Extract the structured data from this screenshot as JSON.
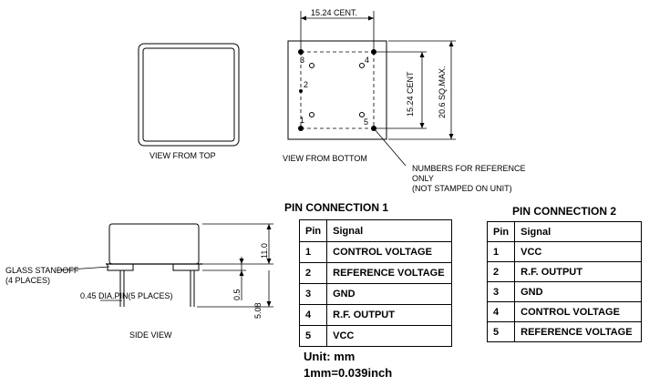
{
  "views": {
    "top": "VIEW FROM TOP",
    "bottom": "VIEW FROM BOTTOM",
    "side": "SIDE VIEW"
  },
  "dimensions": {
    "cent_top": "15.24 CENT.",
    "cent_side": "15.24 CENT",
    "sq_max": "20.6 SQ.MAX.",
    "height": "11.0",
    "standoff": "0.5",
    "pin_len": "5.08",
    "pin_dia": "0.45 DIA.PIN(5 PLACES)"
  },
  "bottom_pin_labels": [
    "1",
    "2",
    "3",
    "4",
    "5"
  ],
  "notes": {
    "reference": [
      "NUMBERS  FOR REFERENCE",
      "ONLY",
      "(NOT STAMPED ON UNIT)"
    ],
    "glass": [
      "GLASS STANDOFF",
      "(4 PLACES)"
    ]
  },
  "pin_connection_1": {
    "title": "PIN CONNECTION 1",
    "headers": [
      "Pin",
      "Signal"
    ],
    "rows": [
      [
        "1",
        "CONTROL VOLTAGE"
      ],
      [
        "2",
        "REFERENCE VOLTAGE"
      ],
      [
        "3",
        "GND"
      ],
      [
        "4",
        "R.F. OUTPUT"
      ],
      [
        "5",
        "VCC"
      ]
    ]
  },
  "pin_connection_2": {
    "title": "PIN CONNECTION 2",
    "headers": [
      "Pin",
      "Signal"
    ],
    "rows": [
      [
        "1",
        "VCC"
      ],
      [
        "2",
        "R.F. OUTPUT"
      ],
      [
        "3",
        "GND"
      ],
      [
        "4",
        "CONTROL VOLTAGE"
      ],
      [
        "5",
        "REFERENCE VOLTAGE"
      ]
    ]
  },
  "units": {
    "line1": "Unit: mm",
    "line2": "1mm=0.039inch"
  }
}
